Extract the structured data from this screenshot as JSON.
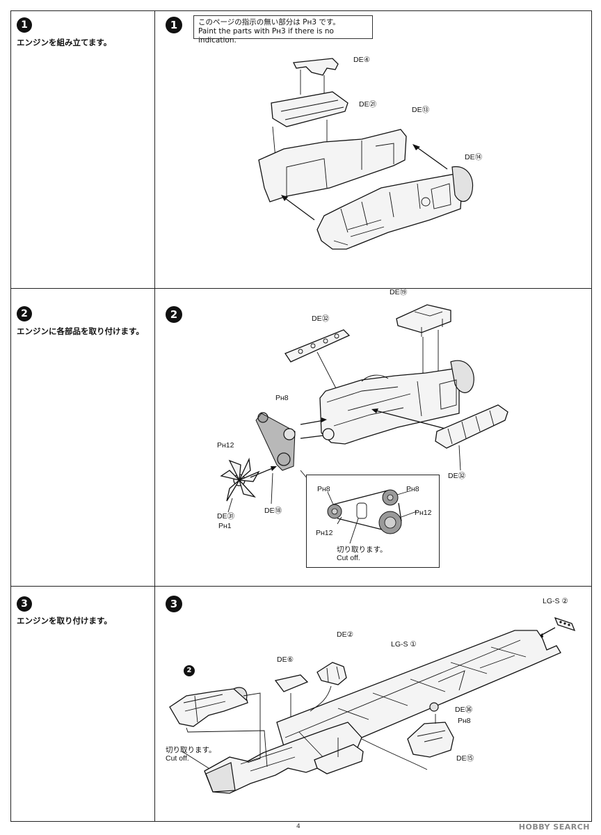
{
  "note": {
    "line1": "このページの指示の無い部分は Pʜ3 です。",
    "line2": "Paint the parts with Pʜ3 if there is no indication."
  },
  "steps": [
    {
      "number": "1",
      "instruction": "エンジンを組み立てます。"
    },
    {
      "number": "2",
      "instruction": "エンジンに各部品を取り付けます。"
    },
    {
      "number": "3",
      "instruction": "エンジンを取り付けます。"
    }
  ],
  "step1_labels": {
    "de4": "DE④",
    "de21": "DE㉑",
    "de13": "DE⑬",
    "de14": "DE⑭"
  },
  "step2_labels": {
    "de19": "DE⑲",
    "de32_top": "DE㉜",
    "de32_bottom": "DE㉜",
    "ph8": "Pʜ8",
    "ph12": "Pʜ12",
    "de31": "DE㉛",
    "ph1": "Pʜ1",
    "de18": "DE⑱",
    "inset_ph8_left": "Pʜ8",
    "inset_ph8_right": "Pʜ8",
    "inset_ph12_right": "Pʜ12",
    "inset_ph12_left": "Pʜ12",
    "inset_cut_jp": "切り取ります。",
    "inset_cut_en": "Cut off."
  },
  "step3_labels": {
    "lgs2": "LG-S ②",
    "de2": "DE②",
    "lgs1": "LG-S ①",
    "de6": "DE⑥",
    "sub_badge": "2",
    "de36": "DE㊱",
    "ph8": "Pʜ8",
    "de15": "DE⑮",
    "cut_jp": "切り取ります。",
    "cut_en": "Cut off."
  },
  "footer": {
    "page_number": "4",
    "watermark": "HOBBY SEARCH"
  }
}
